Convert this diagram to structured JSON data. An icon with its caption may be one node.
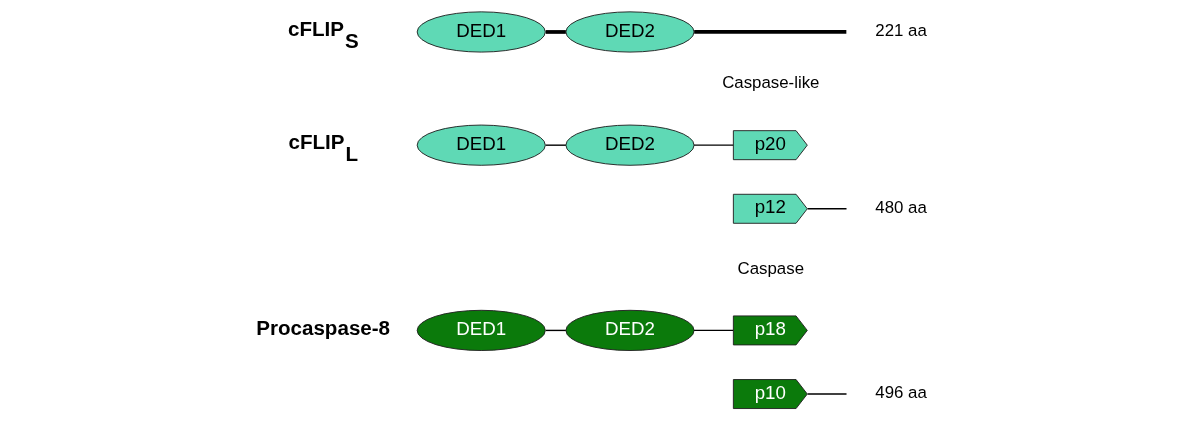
{
  "diagram": {
    "nodes": [
      {
        "text": [
          "DED1"
        ]
      },
      {
        "text": [
          "DED2"
        ]
      },
      {
        "text": [
          "p18"
        ]
      },
      {
        "text": [
          "p10"
        ]
      },
      {
        "text": [
          "DED1"
        ]
      },
      {
        "text": [
          "DED2"
        ]
      },
      {
        "text": [
          "p20"
        ]
      },
      {
        "text": [
          "p12"
        ]
      },
      {
        "text": [
          "DED1"
        ]
      },
      {
        "text": [
          "DED2"
        ]
      }
    ],
    "edges": [
      {
        "from": 0,
        "to": 1,
        "arrow": "none"
      },
      {
        "from": 1,
        "to": 2,
        "arrow": "none"
      },
      {
        "from": 3,
        "to": null,
        "arrow": "none"
      },
      {
        "from": 4,
        "to": 5,
        "arrow": "none"
      },
      {
        "from": 5,
        "to": 6,
        "arrow": "none"
      },
      {
        "from": 7,
        "to": null,
        "arrow": "none"
      },
      {
        "from": 8,
        "to": 9,
        "arrow": "none",
        "style": "thick"
      },
      {
        "from": 9,
        "to": null,
        "arrow": "none",
        "style": "thick"
      }
    ],
    "labels": [
      "Procaspase-8",
      "496 aa",
      "Caspase",
      "cFLIP$_{L}$",
      "480 aa",
      "Caspase-like",
      "cFLIP$_{S}$",
      "221 aa"
    ]
  }
}
